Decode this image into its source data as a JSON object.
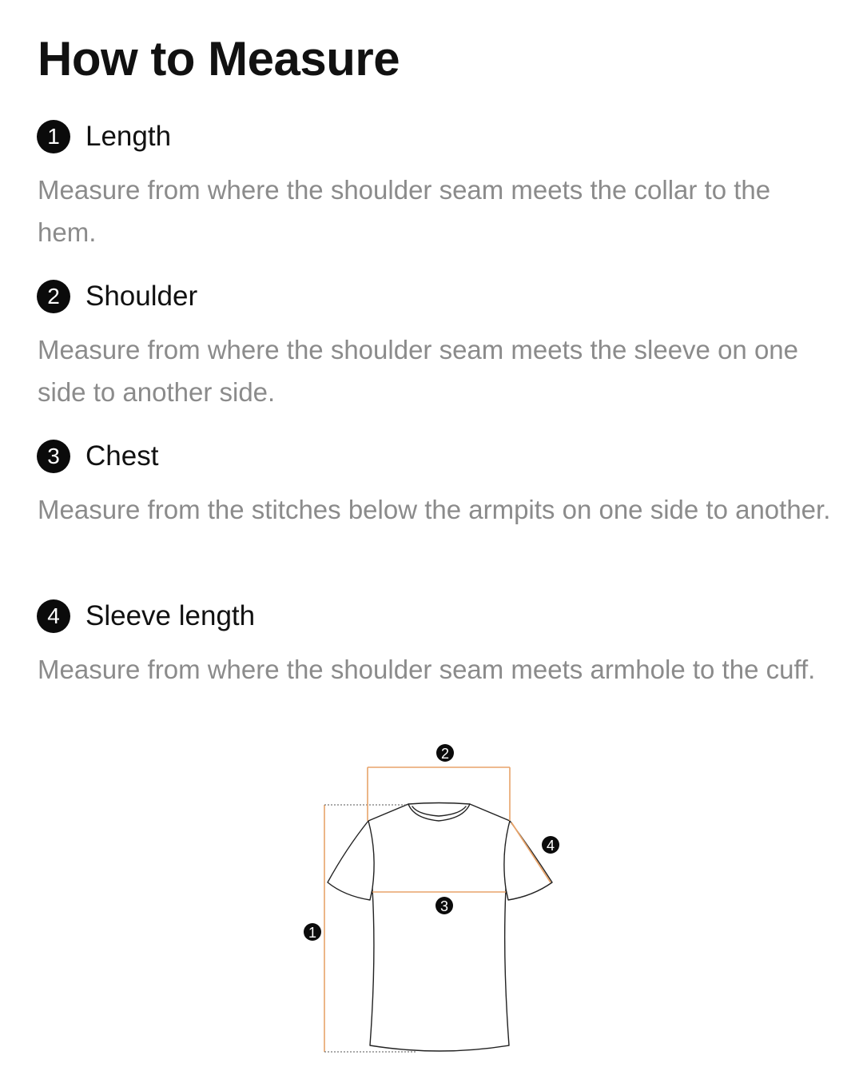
{
  "title": "How to Measure",
  "sections": [
    {
      "number": "1",
      "title": "Length",
      "description": "Measure from where the shoulder seam meets the collar to the hem."
    },
    {
      "number": "2",
      "title": "Shoulder",
      "description": "Measure from where the shoulder seam meets the sleeve on one side to another side."
    },
    {
      "number": "3",
      "title": "Chest",
      "description": "Measure from the stitches below the armpits on one side to another."
    },
    {
      "number": "4",
      "title": "Sleeve length",
      "description": "Measure from where the shoulder seam meets armhole to the cuff."
    }
  ],
  "diagram": {
    "labels": {
      "length": "1",
      "shoulder": "2",
      "chest": "3",
      "sleeve": "4"
    },
    "icon": "t-shirt-icon",
    "line_color": "#e8a46a",
    "outline_color": "#222222"
  }
}
